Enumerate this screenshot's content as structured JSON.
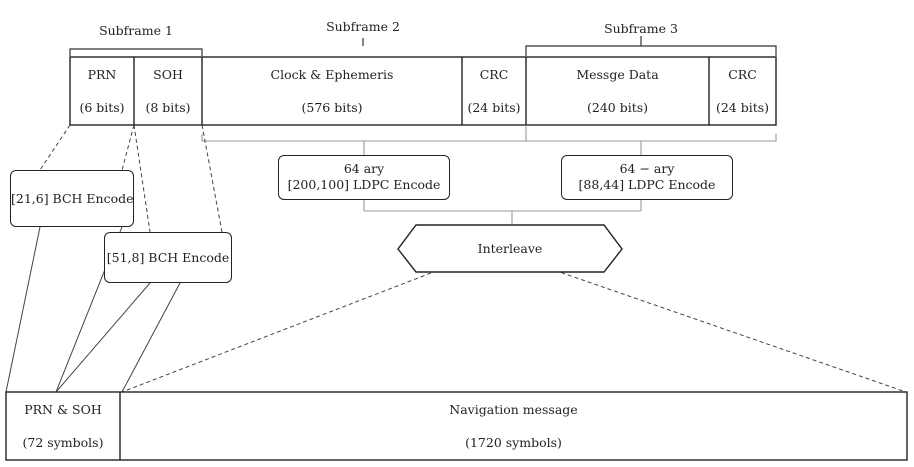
{
  "subframes": {
    "subframe1": "Subframe 1",
    "subframe2": "Subframe 2",
    "subframe3": "Subframe 3"
  },
  "fields": [
    {
      "name": "PRN",
      "size": "(6 bits)"
    },
    {
      "name": "SOH",
      "size": "(8 bits)"
    },
    {
      "name": "Clock & Ephemeris",
      "size": "(576 bits)"
    },
    {
      "name": "CRC",
      "size": "(24 bits)"
    },
    {
      "name": "Messge Data",
      "size": "(240 bits)"
    },
    {
      "name": "CRC",
      "size": "(24 bits)"
    }
  ],
  "encoders": {
    "bch_21_6": "[21,6] BCH Encode",
    "bch_51_8": "[51,8] BCH Encode",
    "ldpc1_line1": "64 ary",
    "ldpc1_line2": "[200,100] LDPC Encode",
    "ldpc2_line1": "64 − ary",
    "ldpc2_line2": "[88,44] LDPC Encode"
  },
  "interleave": "Interleave",
  "output": [
    {
      "name": "PRN & SOH",
      "size": "(72 symbols)"
    },
    {
      "name": "Navigation message",
      "size": "(1720 symbols)"
    }
  ]
}
